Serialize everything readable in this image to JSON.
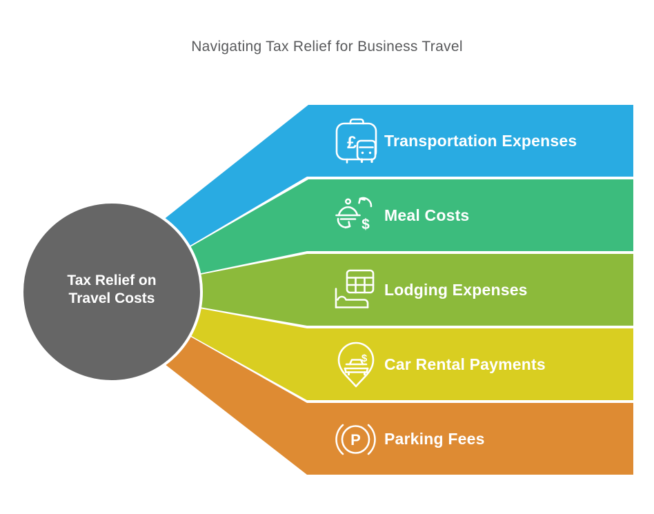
{
  "title": "Navigating Tax Relief for Business Travel",
  "center": {
    "label": "Tax Relief on Travel Costs",
    "color": "#666666",
    "text_color": "#ffffff"
  },
  "bands": [
    {
      "label": "Transportation Expenses",
      "color": "#29ABE2",
      "icon": "suitcase-bus-icon"
    },
    {
      "label": "Meal Costs",
      "color": "#3CBC7D",
      "icon": "meal-exchange-icon"
    },
    {
      "label": "Lodging Expenses",
      "color": "#8CBA3B",
      "icon": "ledger-bed-icon"
    },
    {
      "label": "Car Rental Payments",
      "color": "#D9CE21",
      "icon": "car-pin-icon"
    },
    {
      "label": "Parking Fees",
      "color": "#DE8B33",
      "icon": "parking-icon"
    }
  ],
  "icon_glyphs": {
    "pound": "£",
    "dollar": "$",
    "parking_letter": "P"
  },
  "background_color": "#ffffff",
  "title_color": "#58595B"
}
